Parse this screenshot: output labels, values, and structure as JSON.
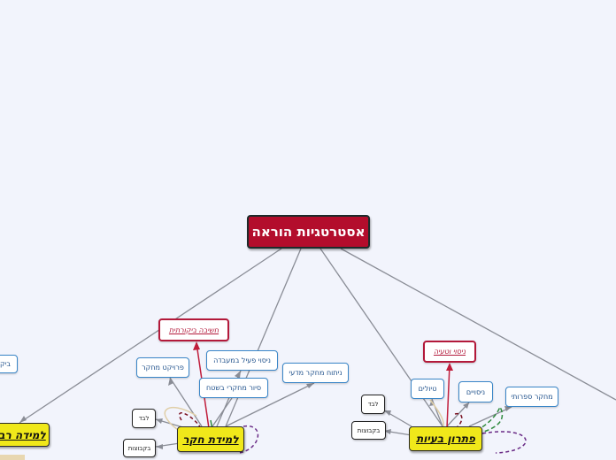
{
  "root": {
    "label": "אסטרטגיות הוראה"
  },
  "branches": {
    "left_edge": {
      "label": "למידה רב",
      "sub_label": "ביק"
    },
    "inquiry": {
      "label": "למידת חקר",
      "critical_thinking": "חשיבה ביקורתית",
      "items": [
        "פרויקט מחקר",
        "ניסוי פעיל במעבדה",
        "סיור מחקרי בשטח",
        "ניתוח מחקר מדעי"
      ],
      "alone": "לבד",
      "groups": "בקבוצות"
    },
    "problem_solving": {
      "label": "פתרון בעיות",
      "critical_thinking": "ניסוי וטעיה",
      "items": [
        "טיולים",
        "ניסויים",
        "מחקר ספרותי"
      ],
      "alone": "לבד",
      "groups": "בקבוצות"
    }
  },
  "colors": {
    "background": "#f2f4fc",
    "root_fill": "#b30d2c",
    "main_fill": "#f0e81a",
    "sub_border": "#3a86c8",
    "critical_border": "#b3193a"
  }
}
